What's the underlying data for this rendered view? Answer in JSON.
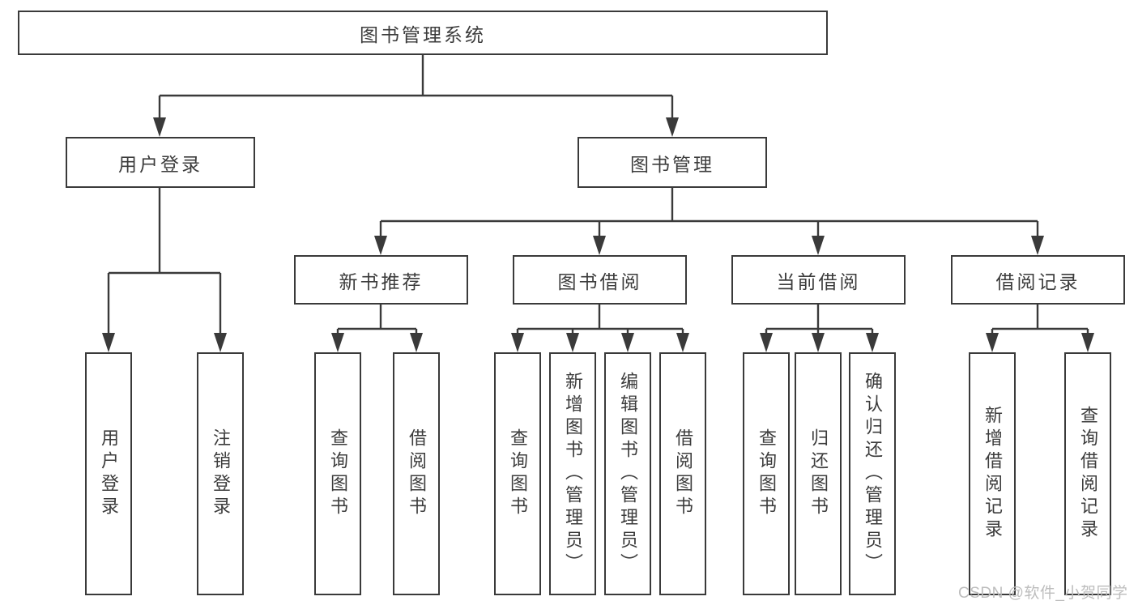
{
  "diagram": {
    "tree": {
      "label": "图书管理系统",
      "children": [
        {
          "label": "用户登录",
          "children": [
            {
              "label": "用户登录"
            },
            {
              "label": "注销登录"
            }
          ]
        },
        {
          "label": "图书管理",
          "children": [
            {
              "label": "新书推荐",
              "children": [
                {
                  "label": "查询图书"
                },
                {
                  "label": "借阅图书"
                }
              ]
            },
            {
              "label": "图书借阅",
              "children": [
                {
                  "label": "查询图书"
                },
                {
                  "label": "新增图书（管理员）"
                },
                {
                  "label": "编辑图书（管理员）"
                },
                {
                  "label": "借阅图书"
                }
              ]
            },
            {
              "label": "当前借阅",
              "children": [
                {
                  "label": "查询图书"
                },
                {
                  "label": "归还图书"
                },
                {
                  "label": "确认归还（管理员）"
                }
              ]
            },
            {
              "label": "借阅记录",
              "children": [
                {
                  "label": "新增借阅记录"
                },
                {
                  "label": "查询借阅记录"
                }
              ]
            }
          ]
        }
      ]
    },
    "watermark": "CSDN @软件_小贺同学",
    "colors": {
      "line": "#3a3a3a",
      "text": "#3c3c3c",
      "background": "#ffffff",
      "watermark": "#bdbdbd"
    }
  }
}
